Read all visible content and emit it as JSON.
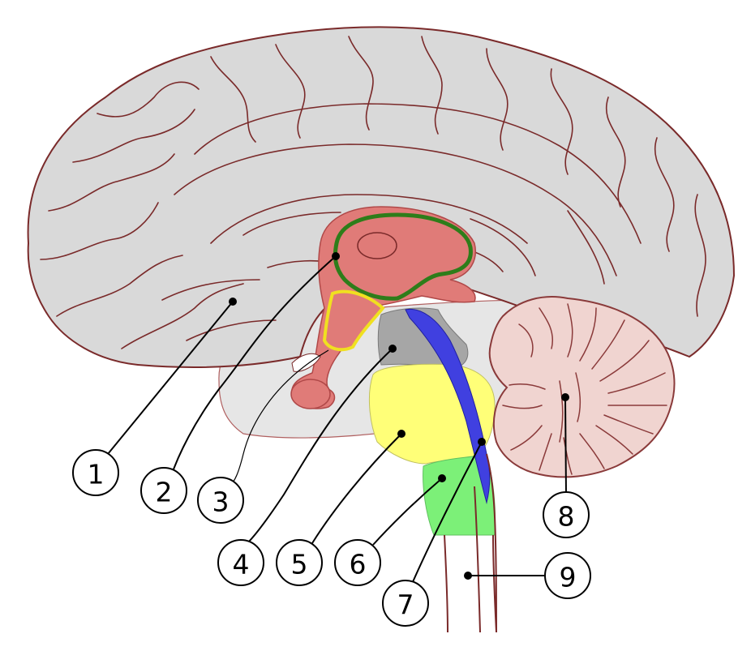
{
  "diagram": {
    "colors": {
      "cortex": "#d9d9d9",
      "outline": "#7a2a2a",
      "diencephalon": "#e07b78",
      "thalamus_outline": "#2e7d1a",
      "hypothalamus_outline": "#f0e020",
      "midbrain_tegmentum": "#a6a6a6",
      "pons": "#ffff78",
      "medulla": "#7cf078",
      "cerebellum": "#f0d4d0",
      "fourth_ventricle_band": "#4040e0"
    },
    "callouts": [
      {
        "id": "1",
        "label": "1"
      },
      {
        "id": "2",
        "label": "2"
      },
      {
        "id": "3",
        "label": "3"
      },
      {
        "id": "4",
        "label": "4"
      },
      {
        "id": "5",
        "label": "5"
      },
      {
        "id": "6",
        "label": "6"
      },
      {
        "id": "7",
        "label": "7"
      },
      {
        "id": "8",
        "label": "8"
      },
      {
        "id": "9",
        "label": "9"
      }
    ]
  }
}
